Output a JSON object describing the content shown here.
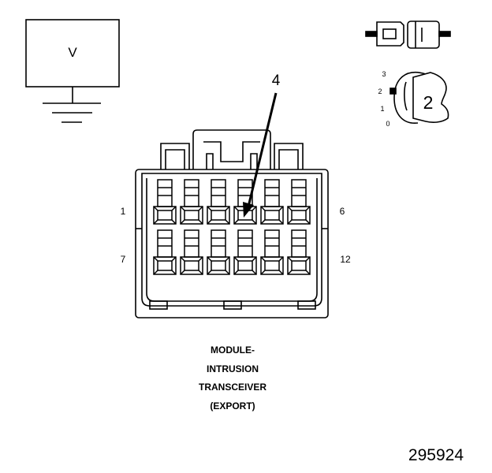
{
  "voltmeter": {
    "label": "V"
  },
  "probe_tool": {
    "scale_labels": [
      "3",
      "2",
      "1",
      "0"
    ],
    "setting": "2"
  },
  "connector": {
    "callout": "4",
    "pin_labels": {
      "top_left": "1",
      "top_right": "6",
      "bottom_left": "7",
      "bottom_right": "12"
    },
    "caption": [
      "MODULE-",
      "INTRUSION",
      "TRANSCEIVER",
      "(EXPORT)"
    ]
  },
  "figure_number": "295924"
}
